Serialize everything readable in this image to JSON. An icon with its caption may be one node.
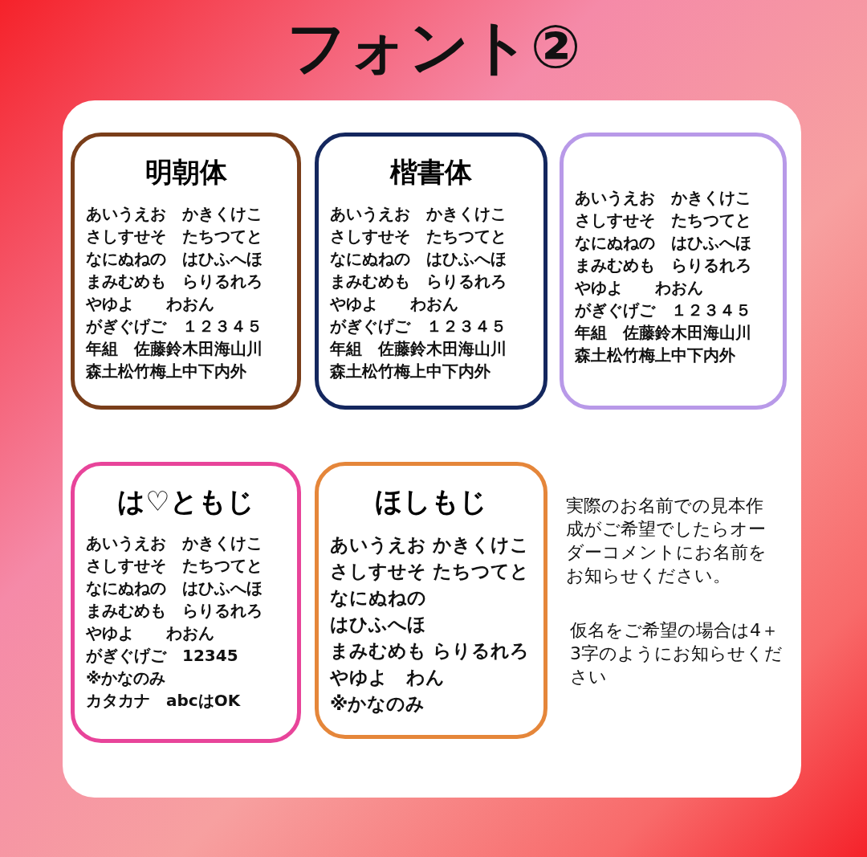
{
  "diagram": {
    "title": "フォント②",
    "nodes": [
      {
        "text": [
          "明朝体",
          "あいうえお　かきくけこ",
          "さしすせそ　たちつてと",
          "なにぬねの　はひふへほ",
          "まみむめも　らりるれろ",
          "やゆよ　　わおん",
          "がぎぐげご　１２３４５",
          "年組　佐藤鈴木田海山川",
          "森土松竹梅上中下内外"
        ]
      },
      {
        "text": [
          "楷書体",
          "あいうえお　かきくけこ",
          "さしすせそ　たちつてと",
          "なにぬねの　はひふへほ",
          "まみむめも　らりるれろ",
          "やゆよ　　わおん",
          "がぎぐげご　１２３４５",
          "年組　佐藤鈴木田海山川",
          "森土松竹梅上中下内外"
        ]
      },
      {
        "text": [
          "あいうえお　かきくけこ",
          "さしすせそ　たちつてと",
          "なにぬねの　はひふへほ",
          "まみむめも　らりるれろ",
          "やゆよ　　わおん",
          "がぎぐげご　１２３４５",
          "年組　佐藤鈴木田海山川",
          "森土松竹梅上中下内外"
        ]
      },
      {
        "text": [
          "は♡ともじ",
          "あいうえお　かきくけこ",
          "さしすせそ　たちつてと",
          "なにぬねの　はひふへほ",
          "まみむめも　らりるれろ",
          "やゆよ　　わおん",
          "がぎぐげご　12345",
          "※かなのみ",
          "カタカナ　abcはOK"
        ]
      },
      {
        "text": [
          "ほしもじ",
          "あいうえお かきくけこ",
          "さしすせそ たちつてと",
          "なにぬねの",
          "はひふへほ",
          "まみむめも らりるれろ",
          "やゆよ　わん",
          "※かなのみ"
        ]
      }
    ],
    "labels": [
      "実際のお名前での見本作成がご希望でしたらオーダーコメントにお名前をお知らせください。",
      "仮名をご希望の場合は4＋3字のようにお知らせください"
    ]
  }
}
